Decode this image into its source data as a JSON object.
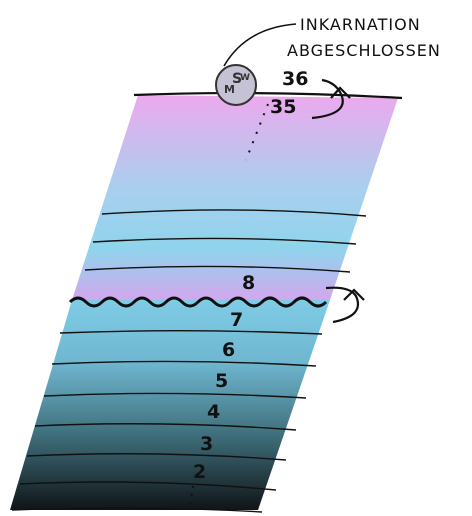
{
  "annotation": {
    "line1": "INKARNATION",
    "line2": "ABGESCHLOSSEN"
  },
  "logo_letters": "M S W",
  "upper_section": {
    "top_number": "36",
    "second_number": "35"
  },
  "lower_section": {
    "top_number": "8",
    "numbers": [
      "7",
      "6",
      "5",
      "4",
      "3",
      "2"
    ]
  },
  "colors": {
    "pink": "#eda9ee",
    "light_blue": "#8fd4ec",
    "blue": "#77c6e2",
    "dark": "#1c2327",
    "line": "#111111"
  }
}
